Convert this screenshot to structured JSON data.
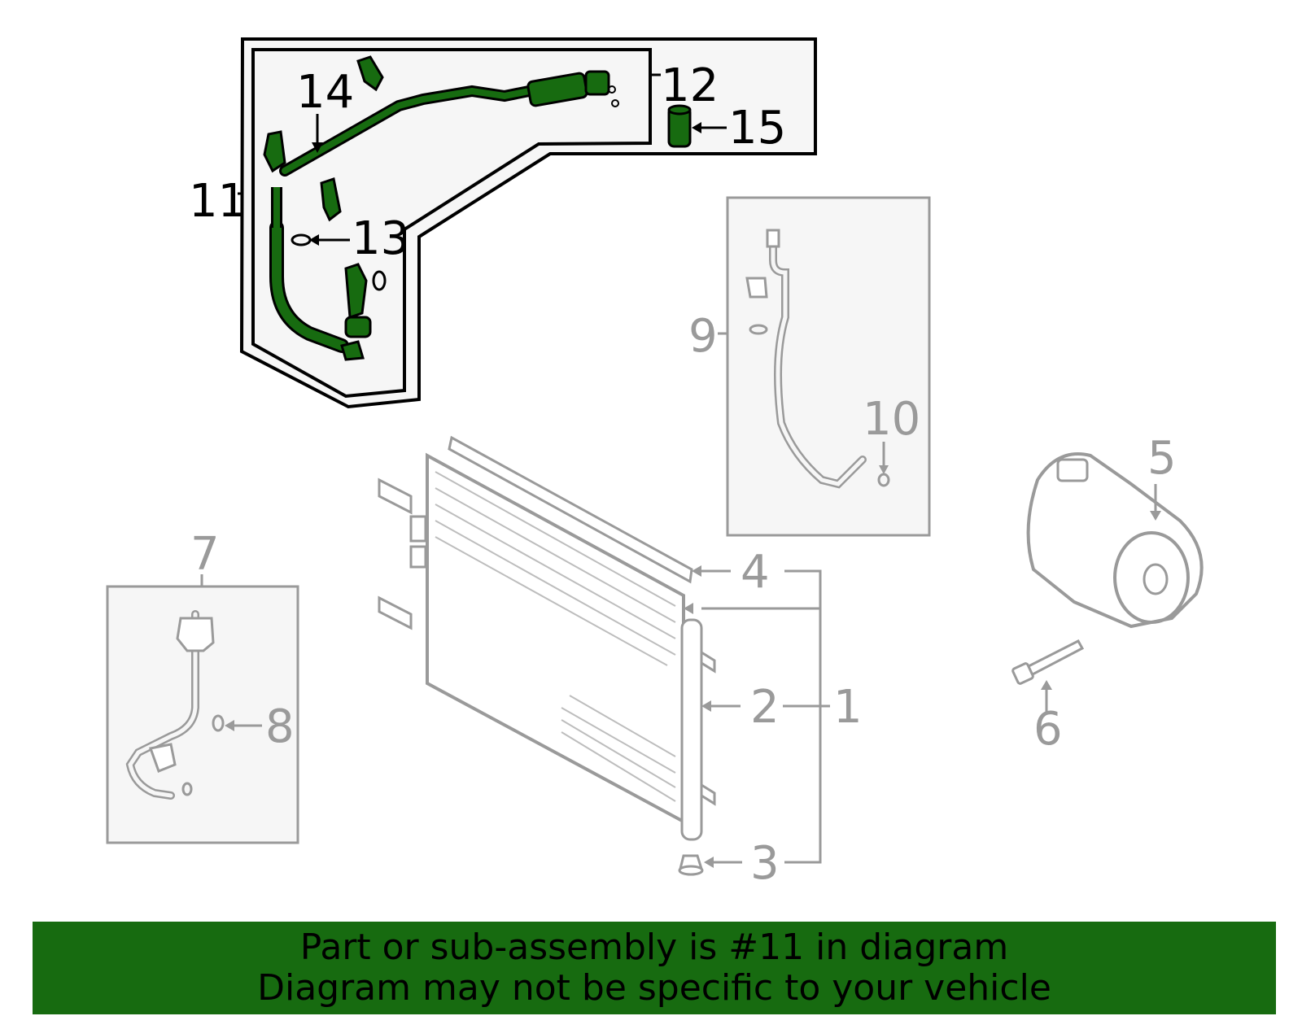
{
  "colors": {
    "highlight_part": "#176b10",
    "banner_bg": "#176b10",
    "dim_part": "#9a9a9a",
    "active_outline": "#000000",
    "panel_fill": "#f6f6f6"
  },
  "labels": {
    "l1": "1",
    "l2": "2",
    "l3": "3",
    "l4": "4",
    "l5": "5",
    "l6": "6",
    "l7": "7",
    "l8": "8",
    "l9": "9",
    "l10": "10",
    "l11": "11",
    "l12": "12",
    "l13": "13",
    "l14": "14",
    "l15": "15"
  },
  "highlighted_part": "11",
  "banner": {
    "line1": "Part or sub-assembly is #11 in diagram",
    "line2": "Diagram may not be specific to your vehicle"
  }
}
